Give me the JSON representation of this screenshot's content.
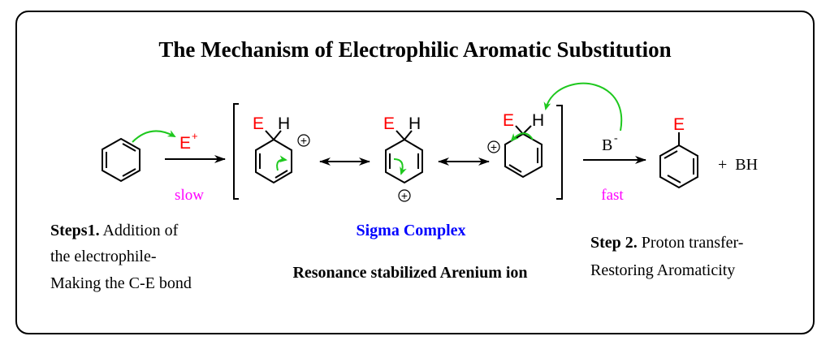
{
  "title": "The Mechanism of Electrophilic Aromatic Substitution",
  "colors": {
    "text": "#000000",
    "electrophile": "#ff0000",
    "curved_arrow": "#1ec81e",
    "condition": "#ff00ff",
    "highlight": "#0000ff",
    "border": "#000000"
  },
  "reaction": {
    "reagent_electrophile": {
      "symbol": "E",
      "charge": "+"
    },
    "step1_condition": "slow",
    "step2_reagent": {
      "symbol": "B",
      "charge": "-"
    },
    "step2_condition": "fast",
    "byproduct": "+  BH",
    "product_substituent": "E"
  },
  "resonance_structures": [
    {
      "substituent": "E",
      "hydrogen": "H",
      "charge": "+"
    },
    {
      "substituent": "E",
      "hydrogen": "H",
      "charge": "+"
    },
    {
      "substituent": "E",
      "hydrogen": "H",
      "charge": "+"
    }
  ],
  "captions": {
    "step1": {
      "bold": "Steps1.",
      "lines": [
        " Addition of",
        "the electrophile-",
        "Making the C-E bond"
      ]
    },
    "sigma_complex": "Sigma Complex",
    "arenium": "Resonance stabilized Arenium ion",
    "step2": {
      "bold": "Step 2.",
      "lines": [
        " Proton transfer-",
        "Restoring Aromaticity"
      ]
    }
  }
}
